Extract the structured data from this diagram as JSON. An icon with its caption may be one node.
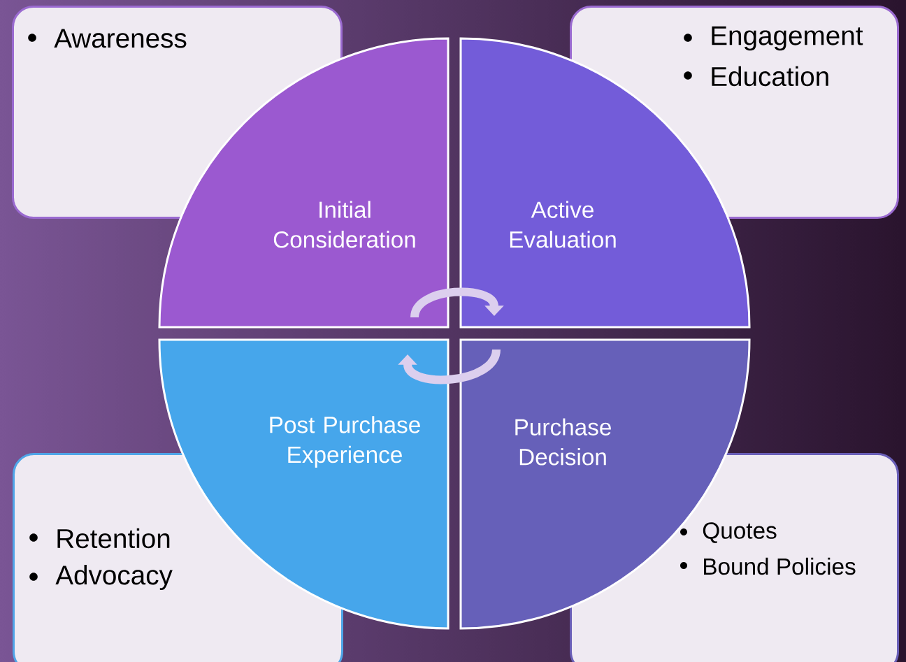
{
  "diagram": {
    "nodes": [
      {
        "text": [
          "Awareness"
        ]
      },
      {
        "text": [
          "Engagement",
          "Education"
        ]
      },
      {
        "text": [
          "Initial Consideration"
        ]
      },
      {
        "text": [
          "Active Evaluation"
        ]
      },
      {
        "text": [
          "Post Purchase Experience"
        ]
      },
      {
        "text": [
          "Purchase Decision"
        ]
      },
      {
        "text": [
          "Retention",
          "Advocacy"
        ]
      },
      {
        "text": [
          "Quotes",
          "Bound Policies"
        ]
      }
    ],
    "edges": [
      {
        "from": 2,
        "to": 3,
        "arrow": "to"
      },
      {
        "from": 5,
        "to": 4,
        "arrow": "to"
      }
    ]
  }
}
